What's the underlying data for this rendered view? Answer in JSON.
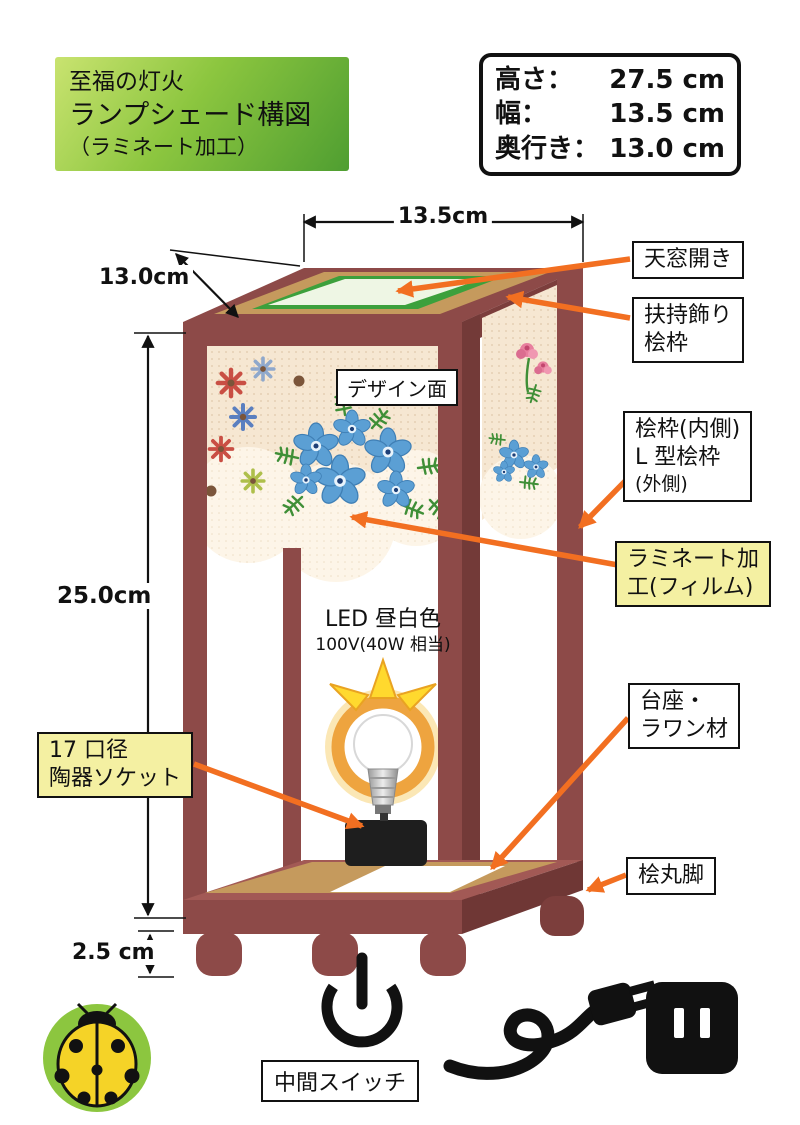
{
  "title_box": {
    "line1": "至福の灯火",
    "line2": "ランプシェード構図",
    "line3": "（ラミネート加工）"
  },
  "spec_box": {
    "rows": [
      {
        "label": "高さ：",
        "value": "27.5 cm"
      },
      {
        "label": "幅：",
        "value": "13.5 cm"
      },
      {
        "label": "奥行き：",
        "value": "13.0 cm"
      }
    ]
  },
  "dimensions": {
    "top_width": "13.5cm",
    "depth": "13.0cm",
    "body_height": "25.0cm",
    "foot_height": "2.5 cm"
  },
  "callouts": {
    "top_window": "天窓開き",
    "top_frame": {
      "line1": "扶持飾り",
      "line2": "桧枠"
    },
    "frame": {
      "line1": "桧枠(内側)",
      "line2": "L 型桧枠",
      "line3": "(外側)"
    },
    "laminate": {
      "line1": "ラミネート加",
      "line2": "工(フィルム)"
    },
    "base": {
      "line1": "台座・",
      "line2": "ラワン材"
    },
    "foot": "桧丸脚",
    "socket": {
      "line1": "17 口径",
      "line2": "陶器ソケット"
    },
    "design_face": "デザイン面",
    "switch": "中間スイッチ"
  },
  "lamp": {
    "led_line1": "LED 昼白色",
    "led_line2": "100V(40W 相当)"
  },
  "icons": [
    "power-switch-icon",
    "power-cable-icon",
    "outlet-icon",
    "ladybug-icon"
  ],
  "colors": {
    "frame_maroon": "#8d4a48",
    "panel_cream": "#f6e7d2",
    "arrow_orange": "#f26f21",
    "title_green": "#8cc63f",
    "label_yellow": "#f4f0a2",
    "window_green": "#3ca03c",
    "flower_blue": "#5b9fd4",
    "glow_orange": "#eea43f"
  }
}
